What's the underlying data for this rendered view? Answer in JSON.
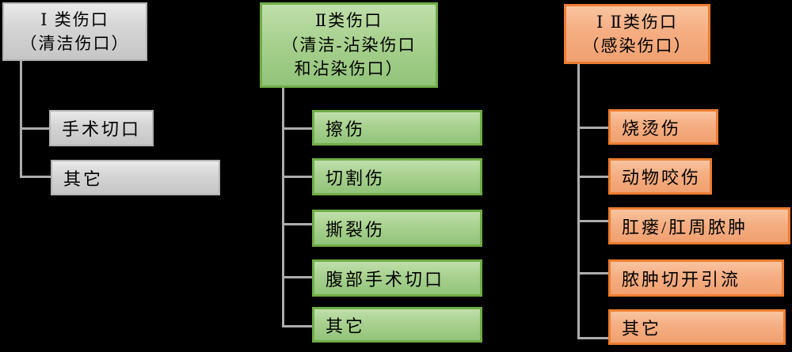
{
  "diagram": {
    "title": "wound-classification-tree",
    "background_color": "#000000",
    "connector_color": "#adadad",
    "columns": [
      {
        "id": "class-1",
        "theme": {
          "fill_top": "#e9e9e9",
          "fill_bottom": "#c6c6c6",
          "border": "#b3b3b3"
        },
        "header": {
          "lines": [
            "Ⅰ 类伤口",
            "（清洁伤口）"
          ]
        },
        "children": [
          {
            "label": "手术切口"
          },
          {
            "label": "其它"
          }
        ]
      },
      {
        "id": "class-2",
        "theme": {
          "fill_top": "#c0dfab",
          "fill_bottom": "#92c47a",
          "border": "#70ad47"
        },
        "header": {
          "lines": [
            "Ⅱ类伤口",
            "（清洁-沾染伤口",
            "和沾染伤口）"
          ]
        },
        "children": [
          {
            "label": "擦伤"
          },
          {
            "label": "切割伤"
          },
          {
            "label": "撕裂伤"
          },
          {
            "label": "腹部手术切口"
          },
          {
            "label": "其它"
          }
        ]
      },
      {
        "id": "class-3",
        "theme": {
          "fill_top": "#f9c49f",
          "fill_bottom": "#f0a070",
          "border": "#ed7d31"
        },
        "header": {
          "lines": [
            "Ⅰ Ⅱ类伤口",
            "（感染伤口）"
          ]
        },
        "children": [
          {
            "label": "烧烫伤"
          },
          {
            "label": "动物咬伤"
          },
          {
            "label": "肛瘘/肛周脓肿"
          },
          {
            "label": "脓肿切开引流"
          },
          {
            "label": "其它"
          }
        ]
      }
    ]
  }
}
